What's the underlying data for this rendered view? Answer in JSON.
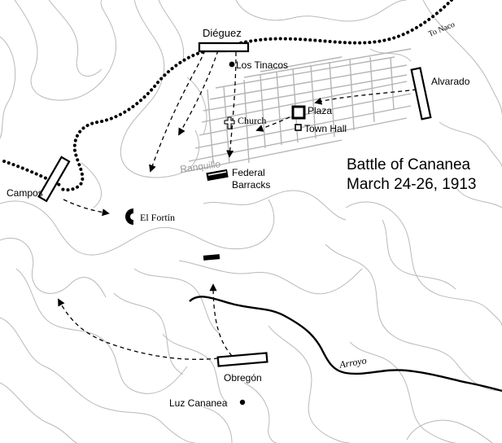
{
  "title": {
    "line1": "Battle of Cananea",
    "line2": "March 24-26, 1913"
  },
  "labels": {
    "dieguez": "Diéguez",
    "los_tinacos": "Los Tinacos",
    "alvarado": "Alvarado",
    "to_naco": "To Naco",
    "church": "Church",
    "plaza": "Plaza",
    "town_hall": "Town Hall",
    "ranquillo": "Ranquillo",
    "federal_barracks_line1": "Federal",
    "federal_barracks_line2": "Barracks",
    "campos": "Campos",
    "el_fortin": "El Fortín",
    "obregon": "Obregón",
    "arroyo": "Arroyo",
    "luz_cananea": "Luz Cananea"
  },
  "colors": {
    "contour": "#b9b9b9",
    "street_grid": "#b5b5b5",
    "ink": "#000000",
    "ranquillo_text": "#9a9a9a"
  }
}
